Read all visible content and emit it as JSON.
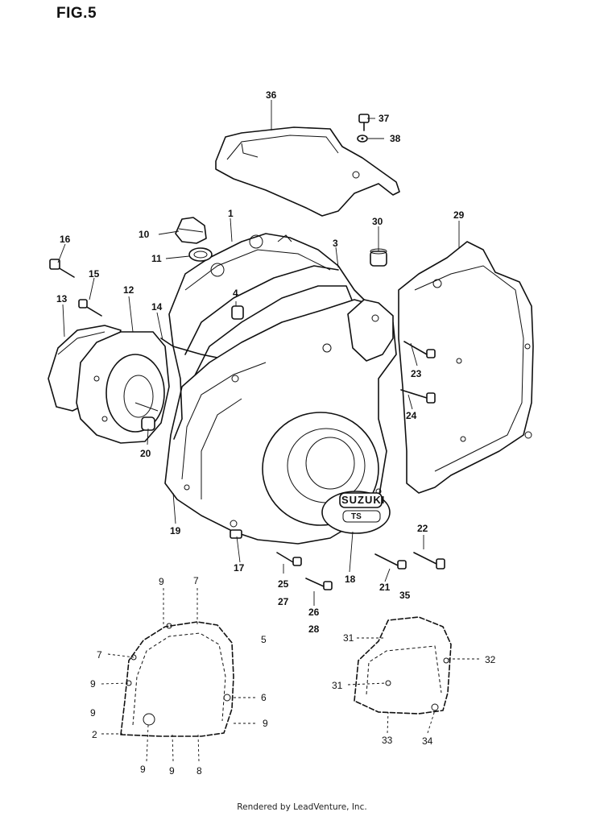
{
  "figure_title": "FIG.5",
  "footer": "Rendered by LeadVenture, Inc.",
  "cover_badge": {
    "line1": "SUZUKI",
    "line2": "TS"
  },
  "callouts": {
    "c1": "1",
    "c3": "3",
    "c4": "4",
    "c10": "10",
    "c11": "11",
    "c12": "12",
    "c13": "13",
    "c14": "14",
    "c15": "15",
    "c16": "16",
    "c17": "17",
    "c18": "18",
    "c19": "19",
    "c20": "20",
    "c21": "21",
    "c22": "22",
    "c23": "23",
    "c24": "24",
    "c25": "25",
    "c26": "26",
    "c27": "27",
    "c28": "28",
    "c29": "29",
    "c30": "30",
    "c35": "35",
    "c36": "36",
    "c37": "37",
    "c38": "38"
  },
  "gasket_left": {
    "n9a": "9",
    "n7a": "7",
    "n5": "5",
    "n7b": "7",
    "n9b": "9",
    "n6": "6",
    "n9c": "9",
    "n9d": "9",
    "n2": "2",
    "n9e": "9",
    "n9f": "9",
    "n8": "8"
  },
  "gasket_right": {
    "n31a": "31",
    "n32": "32",
    "n31b": "31",
    "n33": "33",
    "n34": "34"
  }
}
